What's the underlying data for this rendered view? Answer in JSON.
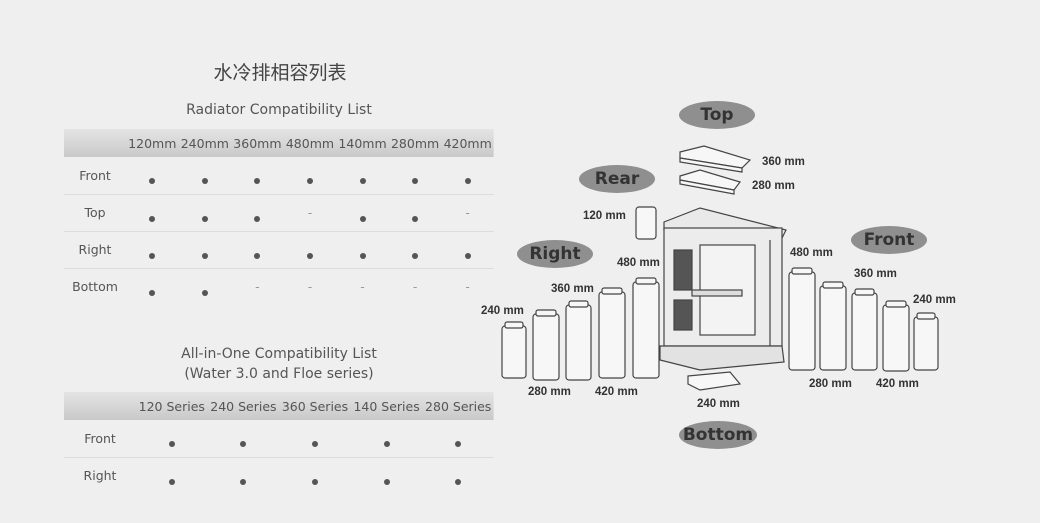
{
  "title_cn": "水冷排相容列表",
  "radiator": {
    "title": "Radiator Compatibility List",
    "columns": [
      "120mm",
      "240mm",
      "360mm",
      "480mm",
      "140mm",
      "280mm",
      "420mm"
    ],
    "rows": [
      {
        "label": "Front",
        "values": [
          "●",
          "●",
          "●",
          "●",
          "●",
          "●",
          "●"
        ]
      },
      {
        "label": "Top",
        "values": [
          "●",
          "●",
          "●",
          "-",
          "●",
          "●",
          "-"
        ]
      },
      {
        "label": "Right",
        "values": [
          "●",
          "●",
          "●",
          "●",
          "●",
          "●",
          "●"
        ]
      },
      {
        "label": "Bottom",
        "values": [
          "●",
          "●",
          "-",
          "-",
          "-",
          "-",
          "-"
        ]
      }
    ]
  },
  "aio": {
    "title_line1": "All-in-One Compatibility List",
    "title_line2": "(Water 3.0 and Floe series)",
    "columns": [
      "120 Series",
      "240 Series",
      "360 Series",
      "140 Series",
      "280 Series"
    ],
    "rows": [
      {
        "label": "Front",
        "values": [
          "●",
          "●",
          "●",
          "●",
          "●"
        ]
      },
      {
        "label": "Right",
        "values": [
          "●",
          "●",
          "●",
          "●",
          "●"
        ]
      }
    ]
  },
  "diagram": {
    "positions": {
      "top": "Top",
      "rear": "Rear",
      "right": "Right",
      "front": "Front",
      "bottom": "Bottom"
    },
    "labels": {
      "top_360": "360 mm",
      "top_280": "280 mm",
      "rear_120": "120 mm",
      "right_240": "240 mm",
      "right_280": "280 mm",
      "right_360": "360 mm",
      "right_420": "420 mm",
      "right_480": "480 mm",
      "front_480": "480 mm",
      "front_360": "360 mm",
      "front_240": "240 mm",
      "front_280": "280 mm",
      "front_420": "420 mm",
      "bottom_240": "240 mm"
    },
    "pill_color": "#8f8f8f"
  }
}
